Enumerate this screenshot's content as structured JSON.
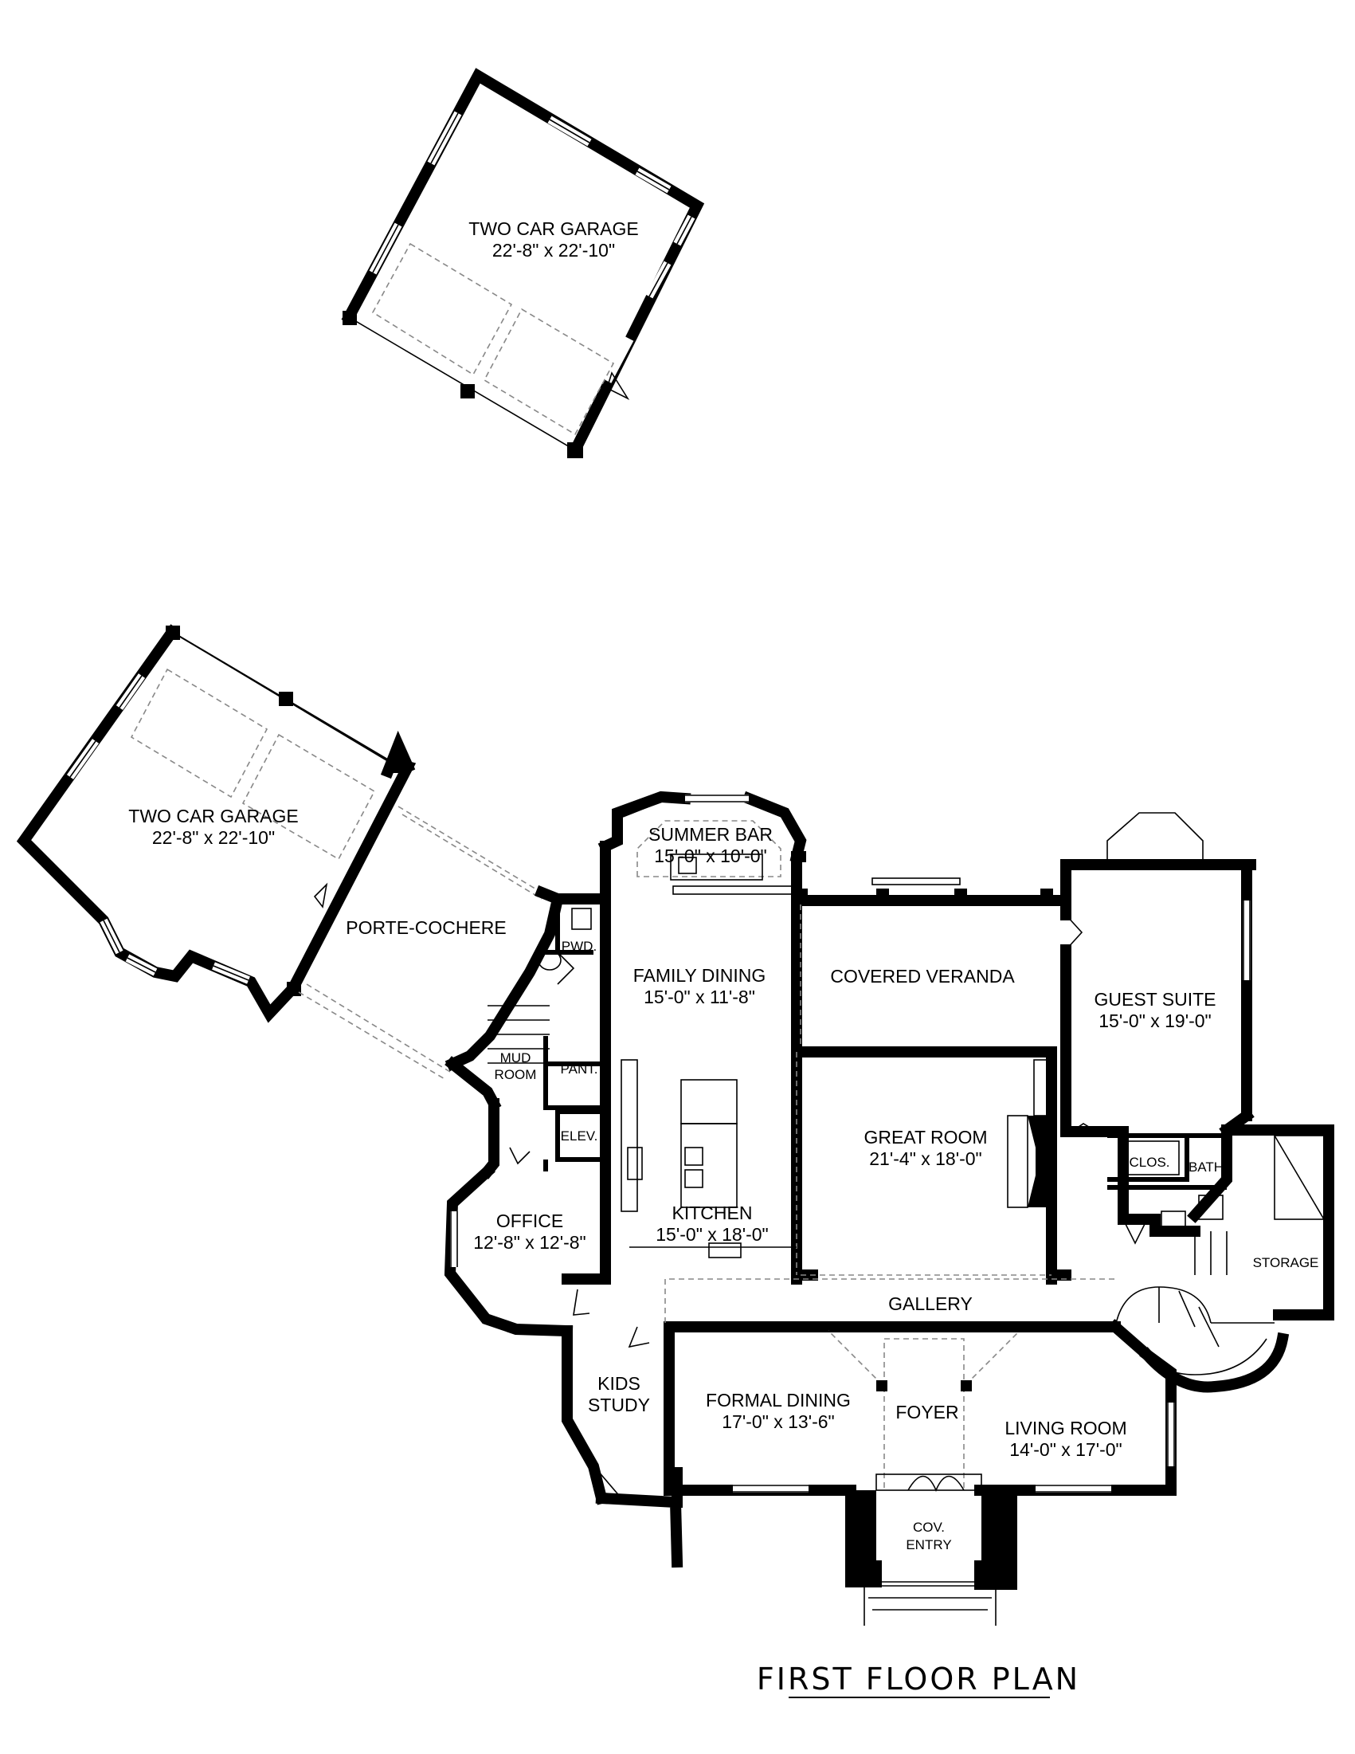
{
  "rooms": {
    "garage_top": {
      "name": "TWO CAR GARAGE",
      "dims": "22'-8\" x 22'-10\""
    },
    "garage_left": {
      "name": "TWO CAR GARAGE",
      "dims": "22'-8\" x 22'-10\""
    },
    "porte_cochere": {
      "name": "PORTE-COCHERE"
    },
    "summer_bar": {
      "name": "SUMMER BAR",
      "dims": "15'-0\" x 10'-0\""
    },
    "family_dining": {
      "name": "FAMILY DINING",
      "dims": "15'-0\" x 11'-8\""
    },
    "covered_veranda": {
      "name": "COVERED VERANDA"
    },
    "guest_suite": {
      "name": "GUEST SUITE",
      "dims": "15'-0\" x 19'-0\""
    },
    "pwd": {
      "name": "PWD."
    },
    "mud_room": {
      "name_line1": "MUD",
      "name_line2": "ROOM"
    },
    "pantry": {
      "name": "PANT."
    },
    "elevator": {
      "name": "ELEV."
    },
    "great_room": {
      "name": "GREAT ROOM",
      "dims": "21'-4\" x 18'-0\""
    },
    "closet": {
      "name": "CLOS."
    },
    "bath": {
      "name": "BATH"
    },
    "office": {
      "name": "OFFICE",
      "dims": "12'-8\" x 12'-8\""
    },
    "kitchen": {
      "name": "KITCHEN",
      "dims": "15'-0\" x 18'-0\""
    },
    "storage": {
      "name": "STORAGE"
    },
    "gallery": {
      "name": "GALLERY"
    },
    "kids_study": {
      "name_line1": "KIDS",
      "name_line2": "STUDY"
    },
    "formal_dining": {
      "name": "FORMAL DINING",
      "dims": "17'-0\" x 13'-6\""
    },
    "foyer": {
      "name": "FOYER"
    },
    "living_room": {
      "name": "LIVING ROOM",
      "dims": "14'-0\" x 17'-0\""
    },
    "cov_entry": {
      "name_line1": "COV.",
      "name_line2": "ENTRY"
    }
  },
  "plan_title": "FIRST FLOOR PLAN"
}
